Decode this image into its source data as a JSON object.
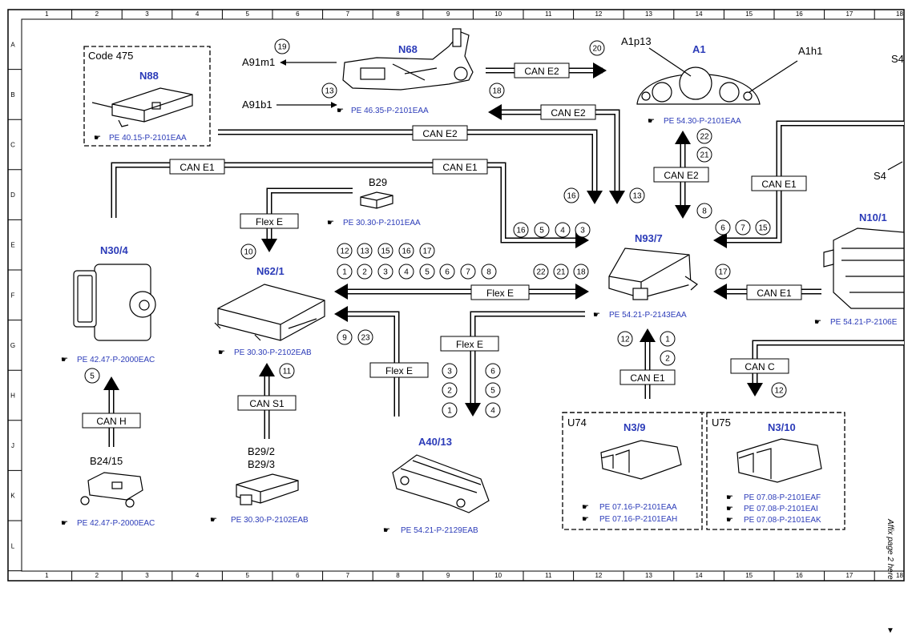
{
  "columns": [
    "1",
    "2",
    "3",
    "4",
    "5",
    "6",
    "7",
    "8",
    "9",
    "10",
    "11",
    "12",
    "13",
    "14",
    "15",
    "16",
    "17",
    "18"
  ],
  "rows": [
    "A",
    "B",
    "C",
    "D",
    "E",
    "F",
    "G",
    "H",
    "J",
    "K",
    "L"
  ],
  "components": {
    "n88": {
      "name": "N88",
      "code_label": "Code 475",
      "ref": "PE 40.15-P-2101EAA"
    },
    "n68": {
      "name": "N68",
      "ref": "PE 46.35-P-2101EAA",
      "out1": "A91m1",
      "out2": "A91b1"
    },
    "a1": {
      "name": "A1",
      "ref": "PE 54.30-P-2101EAA",
      "label1": "A1p13",
      "label2": "A1h1"
    },
    "b29": {
      "name": "B29",
      "ref": "PE 30.30-P-2101EAA"
    },
    "n30_4": {
      "name": "N30/4",
      "ref": "PE 42.47-P-2000EAC"
    },
    "n62_1": {
      "name": "N62/1",
      "ref": "PE 30.30-P-2102EAB"
    },
    "n93_7": {
      "name": "N93/7",
      "ref": "PE 54.21-P-2143EAA"
    },
    "n10_1": {
      "name": "N10/1",
      "ref": "PE 54.21-P-2106E"
    },
    "b24_15": {
      "name": "B24/15",
      "ref": "PE 42.47-P-2000EAC"
    },
    "b29_2": {
      "name": "B29/2",
      "name2": "B29/3",
      "ref": "PE 30.30-P-2102EAB"
    },
    "a40_13": {
      "name": "A40/13",
      "ref": "PE 54.21-P-2129EAB"
    },
    "n3_9": {
      "name": "N3/9",
      "group": "U74",
      "ref1": "PE 07.16-P-2101EAA",
      "ref2": "PE 07.16-P-2101EAH"
    },
    "n3_10": {
      "name": "N3/10",
      "group": "U75",
      "ref1": "PE 07.08-P-2101EAF",
      "ref2": "PE 07.08-P-2101EAI",
      "ref3": "PE 07.08-P-2101EAK"
    },
    "s4": {
      "name": "S4",
      "name2": "S4"
    }
  },
  "buses": {
    "can_e2_a": "CAN E2",
    "can_e2_b": "CAN E2",
    "can_e2_c": "CAN E2",
    "can_e2_d": "CAN E2",
    "can_e1_a": "CAN E1",
    "can_e1_b": "CAN E1",
    "can_e1_c": "CAN E1",
    "can_e1_d": "CAN E1",
    "can_e1_e": "CAN E1",
    "flex_e_a": "Flex E",
    "flex_e_b": "Flex E",
    "flex_e_c": "Flex E",
    "flex_e_d": "Flex E",
    "can_h": "CAN H",
    "can_s1": "CAN S1",
    "can_c": "CAN C"
  },
  "numbers": {
    "n19": "19",
    "n13a": "13",
    "n20": "20",
    "n18a": "18",
    "n16a": "16",
    "n13b": "13",
    "n22a": "22",
    "n21a": "21",
    "n8a": "8",
    "n16b": "16",
    "n5a": "5",
    "n4a": "4",
    "n3a": "3",
    "n6a": "6",
    "n7a": "7",
    "n15a": "15",
    "n10": "10",
    "r1_12": "12",
    "r1_13": "13",
    "r1_15": "15",
    "r1_16": "16",
    "r1_17": "17",
    "r2_1": "1",
    "r2_2": "2",
    "r2_3": "3",
    "r2_4": "4",
    "r2_5": "5",
    "r2_6": "6",
    "r2_7": "7",
    "r2_8": "8",
    "n22b": "22",
    "n21b": "21",
    "n18b": "18",
    "n17": "17",
    "n9": "9",
    "n23": "23",
    "n12a": "12",
    "n1a": "1",
    "n2a": "2",
    "n11": "11",
    "c3": "3",
    "c2": "2",
    "c1": "1",
    "c6": "6",
    "c5": "5",
    "c4": "4",
    "n5b": "5",
    "n12b": "12"
  },
  "side_note": "Affix page 2 here",
  "colors": {
    "blue": "#2b3bb8",
    "black": "#000000"
  }
}
